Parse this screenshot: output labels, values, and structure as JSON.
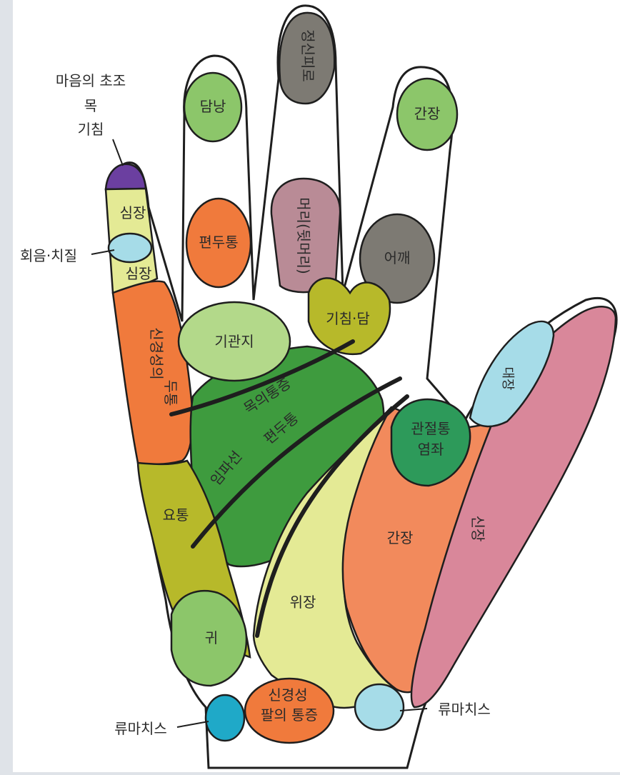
{
  "labels": {
    "pinky_top_1": "마음의 초조",
    "pinky_top_2": "목",
    "pinky_top_3": "기침",
    "heart_upper": "심장",
    "heart_lower": "심장",
    "perineum": "회음·치질",
    "neuro_upper": "신경성의",
    "neuro_lower": "두통",
    "gallbladder": "담낭",
    "tonsil_finger": "편두통",
    "nerve_finger_tip": "정신피로",
    "head_finger": "머리(뒷머리)",
    "liver_finger": "간장",
    "shoulder": "어깨",
    "bronchi": "기관지",
    "cough_phlegm": "기침·담",
    "throat_pain": "목의통증",
    "tonsil_palm": "편두통",
    "lymph": "임파선",
    "lumbago": "요통",
    "ear": "귀",
    "stomach": "위장",
    "joint_1": "관절통",
    "joint_2": "염좌",
    "liver_palm": "간장",
    "kidney": "신장",
    "intestine": "대장",
    "neural_arm_1": "신경성",
    "neural_arm_2": "팔의 통증",
    "rheum_left": "류마치스",
    "rheum_right": "류마치스"
  },
  "colors": {
    "outline": "#1e1e1e",
    "light_green": "#8cc66a",
    "gray": "#7d7a73",
    "purple": "#6b3fa0",
    "pale_yellow": "#e4ea95",
    "light_blue": "#a6dce8",
    "orange": "#f07a3c",
    "mauve": "#b98b96",
    "olive": "#b7b92a",
    "dark_green": "#3e9b3e",
    "teal_green": "#2d9a5a",
    "pale_green": "#b3d98a",
    "pink": "#d9879a",
    "cyan": "#1fa9c8",
    "salmon": "#f28a5c"
  }
}
